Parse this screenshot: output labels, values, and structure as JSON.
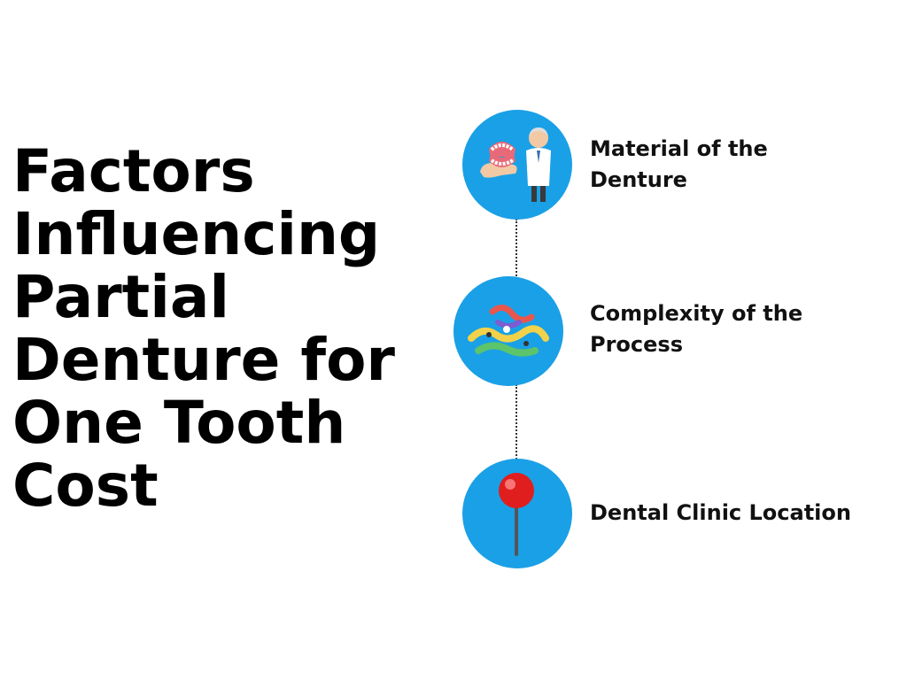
{
  "title": {
    "lines": [
      "Factors",
      "Influencing",
      "Partial",
      "Denture for",
      "One Tooth",
      "Cost"
    ]
  },
  "factors": [
    {
      "lines": [
        "Material of the",
        "Denture"
      ],
      "icon": "dentist-dentures-icon"
    },
    {
      "lines": [
        "Complexity of the",
        "Process"
      ],
      "icon": "maze-path-icon"
    },
    {
      "lines": [
        "Dental Clinic Location"
      ],
      "icon": "map-pin-icon"
    }
  ],
  "colors": {
    "circle": "#1aa0e6",
    "text": "#000000",
    "pin": "#e01e1e"
  }
}
